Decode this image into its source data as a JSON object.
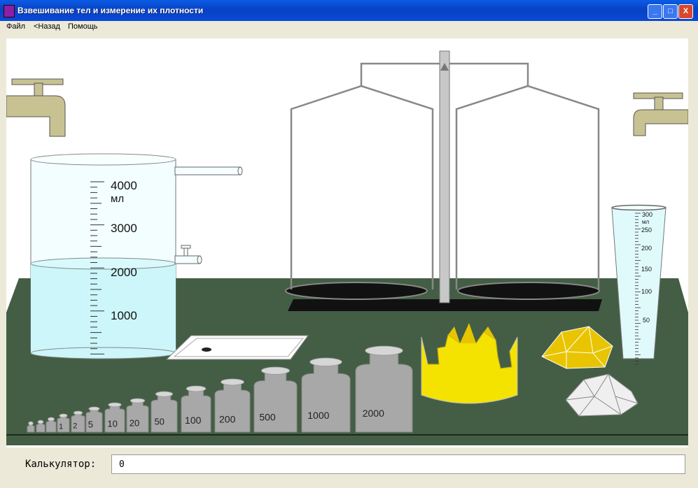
{
  "window": {
    "title": "Взвешивание тел и измерение их плотности",
    "minimize": "_",
    "maximize": "□",
    "close": "X"
  },
  "menu": [
    "Файл",
    "<Назад",
    "Помощь"
  ],
  "beaker": {
    "marks": [
      "4000",
      "3000",
      "2000",
      "1000"
    ],
    "unit": "мл",
    "water_level_ml": 2000
  },
  "cylinder": {
    "marks": [
      "300",
      "250",
      "200",
      "150",
      "100",
      "50"
    ],
    "unit": "мл"
  },
  "weights": [
    "1",
    "2",
    "5",
    "10",
    "20",
    "50",
    "100",
    "200",
    "500",
    "1000",
    "2000"
  ],
  "calculator": {
    "label": "Калькулятор:",
    "value": "0"
  },
  "colors": {
    "table": "#445E45",
    "water": "#CCF6FA",
    "crown": "#F4E300",
    "weight": "#A8A8A8"
  }
}
